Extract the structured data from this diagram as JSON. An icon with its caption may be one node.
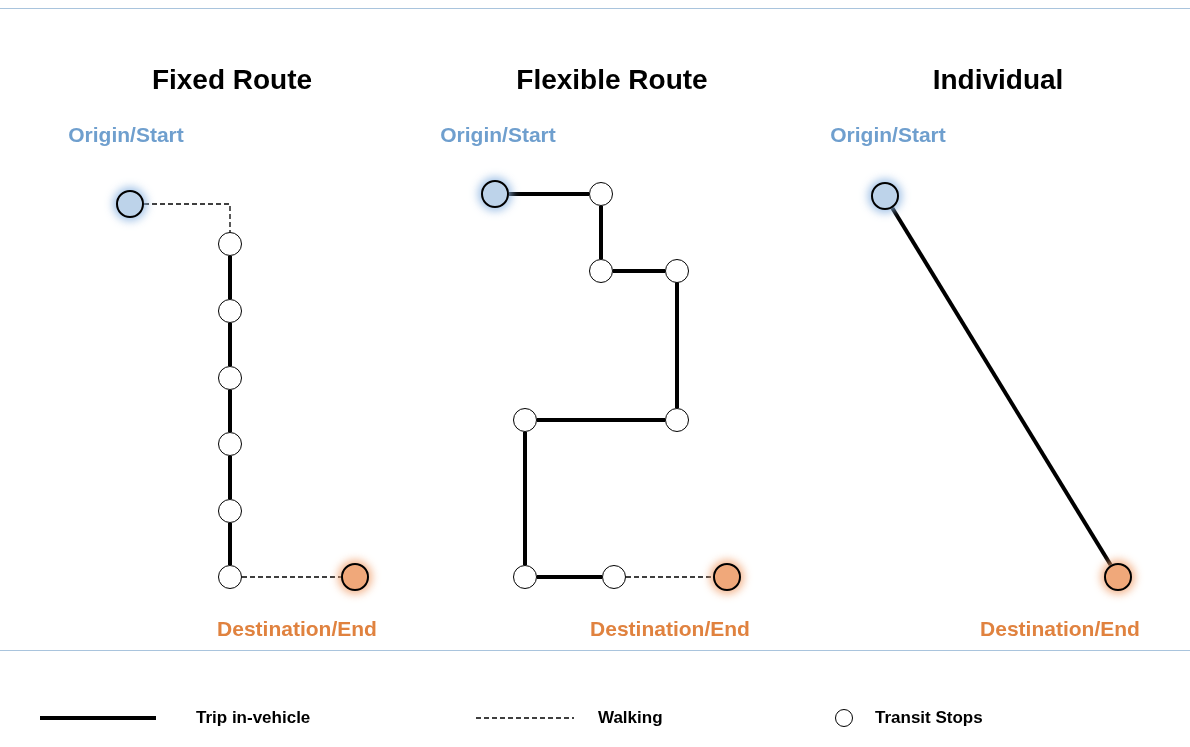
{
  "diagram": {
    "nodes": [
      {
        "text": [],
        "shape": "circle"
      },
      {
        "text": [],
        "shape": "circle"
      },
      {
        "text": [],
        "shape": "circle"
      },
      {
        "text": [],
        "shape": "circle"
      },
      {
        "text": [],
        "shape": "circle"
      },
      {
        "text": [],
        "shape": "circle"
      },
      {
        "text": [],
        "shape": "circle"
      },
      {
        "text": [],
        "shape": "circle"
      },
      {
        "text": [],
        "shape": "circle"
      },
      {
        "text": [],
        "shape": "circle"
      },
      {
        "text": [],
        "shape": "circle"
      },
      {
        "text": [],
        "shape": "circle"
      },
      {
        "text": [],
        "shape": "circle"
      },
      {
        "text": [],
        "shape": "circle"
      },
      {
        "text": [],
        "shape": "circle"
      },
      {
        "text": [],
        "shape": "circle"
      },
      {
        "text": [],
        "shape": "circle"
      },
      {
        "text": [],
        "shape": "circle"
      },
      {
        "text": [],
        "shape": "circle"
      }
    ],
    "edges": [
      {
        "from": 0,
        "to": 1,
        "arrow": "none",
        "style": "dashed"
      },
      {
        "from": 1,
        "to": 2,
        "arrow": "none"
      },
      {
        "from": 2,
        "to": 3,
        "arrow": "none"
      },
      {
        "from": 3,
        "to": 4,
        "arrow": "none"
      },
      {
        "from": 4,
        "to": 5,
        "arrow": "none"
      },
      {
        "from": 5,
        "to": 6,
        "arrow": "none"
      },
      {
        "from": 6,
        "to": 7,
        "arrow": "none",
        "style": "dashed"
      },
      {
        "from": 8,
        "to": 9,
        "arrow": "none"
      },
      {
        "from": 9,
        "to": 10,
        "arrow": "none"
      },
      {
        "from": 10,
        "to": 11,
        "arrow": "none"
      },
      {
        "from": 11,
        "to": 12,
        "arrow": "none"
      },
      {
        "from": 12,
        "to": 13,
        "arrow": "none"
      },
      {
        "from": 13,
        "to": 14,
        "arrow": "none"
      },
      {
        "from": 14,
        "to": 15,
        "arrow": "none"
      },
      {
        "from": 15,
        "to": 16,
        "arrow": "none",
        "style": "dashed"
      },
      {
        "from": 17,
        "to": 18,
        "arrow": "none"
      }
    ],
    "labels": [
      "Fixed Route",
      "Flexible Route",
      "Individual",
      "Origin/Start",
      "Origin/Start",
      "Origin/Start",
      "Destination/End",
      "Destination/End",
      "Destination/End"
    ],
    "legend": [
      {
        "text": "Trip in-vehicle"
      },
      {
        "text": "Walking"
      },
      {
        "text": "Transit Stops"
      }
    ]
  }
}
